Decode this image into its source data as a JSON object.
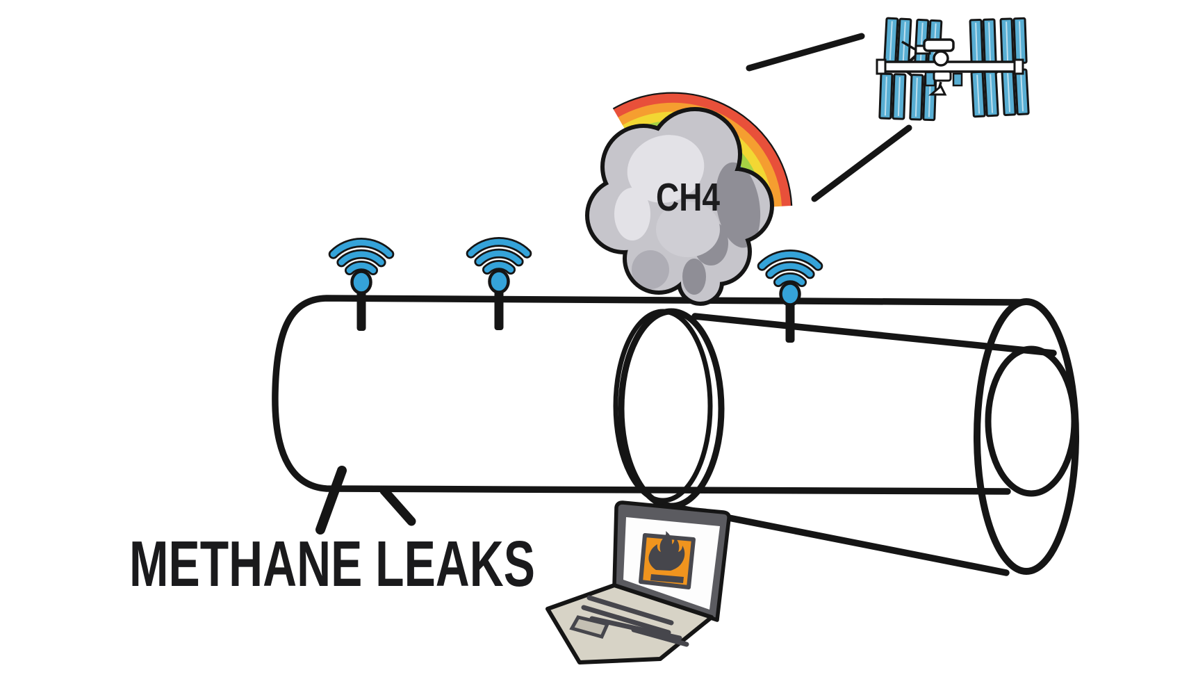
{
  "illustration": {
    "caption": "METHANE LEAKS",
    "gas_cloud_label": "CH4"
  },
  "sensors": {
    "count": 3,
    "signal_color": "#35a3d9"
  },
  "satellite": {
    "icon": "iss-satellite-icon",
    "panel_color": "#58aed3"
  },
  "rainbow": {
    "band_colors": [
      "#e8503a",
      "#f59e30",
      "#f2d733",
      "#a5d244",
      "#58c3ea",
      "#d79ddb"
    ]
  },
  "laptop": {
    "screen_icon": "flammable-warning-icon",
    "warning_sign_color": "#f0941e",
    "base_color": "#d7d3c6",
    "screen_bezel_color": "#5b5b60"
  },
  "cloud": {
    "body_color": "#c6c5cb",
    "highlight_color": "#e3e2e7",
    "shadow_color": "#8f8e96"
  },
  "pipeline": {
    "outline_color": "#151515"
  }
}
